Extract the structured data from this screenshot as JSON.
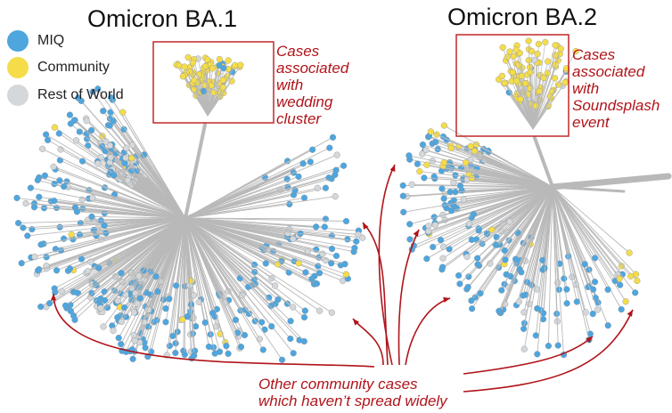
{
  "titles": {
    "left": "Omicron BA.1",
    "right": "Omicron BA.2"
  },
  "legend": [
    {
      "label": "MIQ",
      "color": "#4ea6df"
    },
    {
      "label": "Community",
      "color": "#f5dd4a"
    },
    {
      "label": "Rest of World",
      "color": "#d5d8da"
    }
  ],
  "annotations": {
    "ba1_cluster": [
      "Cases",
      "associated",
      "with",
      "wedding",
      "cluster"
    ],
    "ba2_cluster": [
      "Cases",
      "associated",
      "with",
      "Soundsplash",
      "event"
    ],
    "other_cases": [
      "Other community cases",
      "which haven’t spread widely"
    ]
  },
  "colors": {
    "branch": "#b9b9b9",
    "miq": "#4ea6df",
    "community": "#f5dd4a",
    "rest_of_world": "#d5d8da",
    "annotation_red": "#b0141a",
    "highlight_box": "#c0282a"
  }
}
